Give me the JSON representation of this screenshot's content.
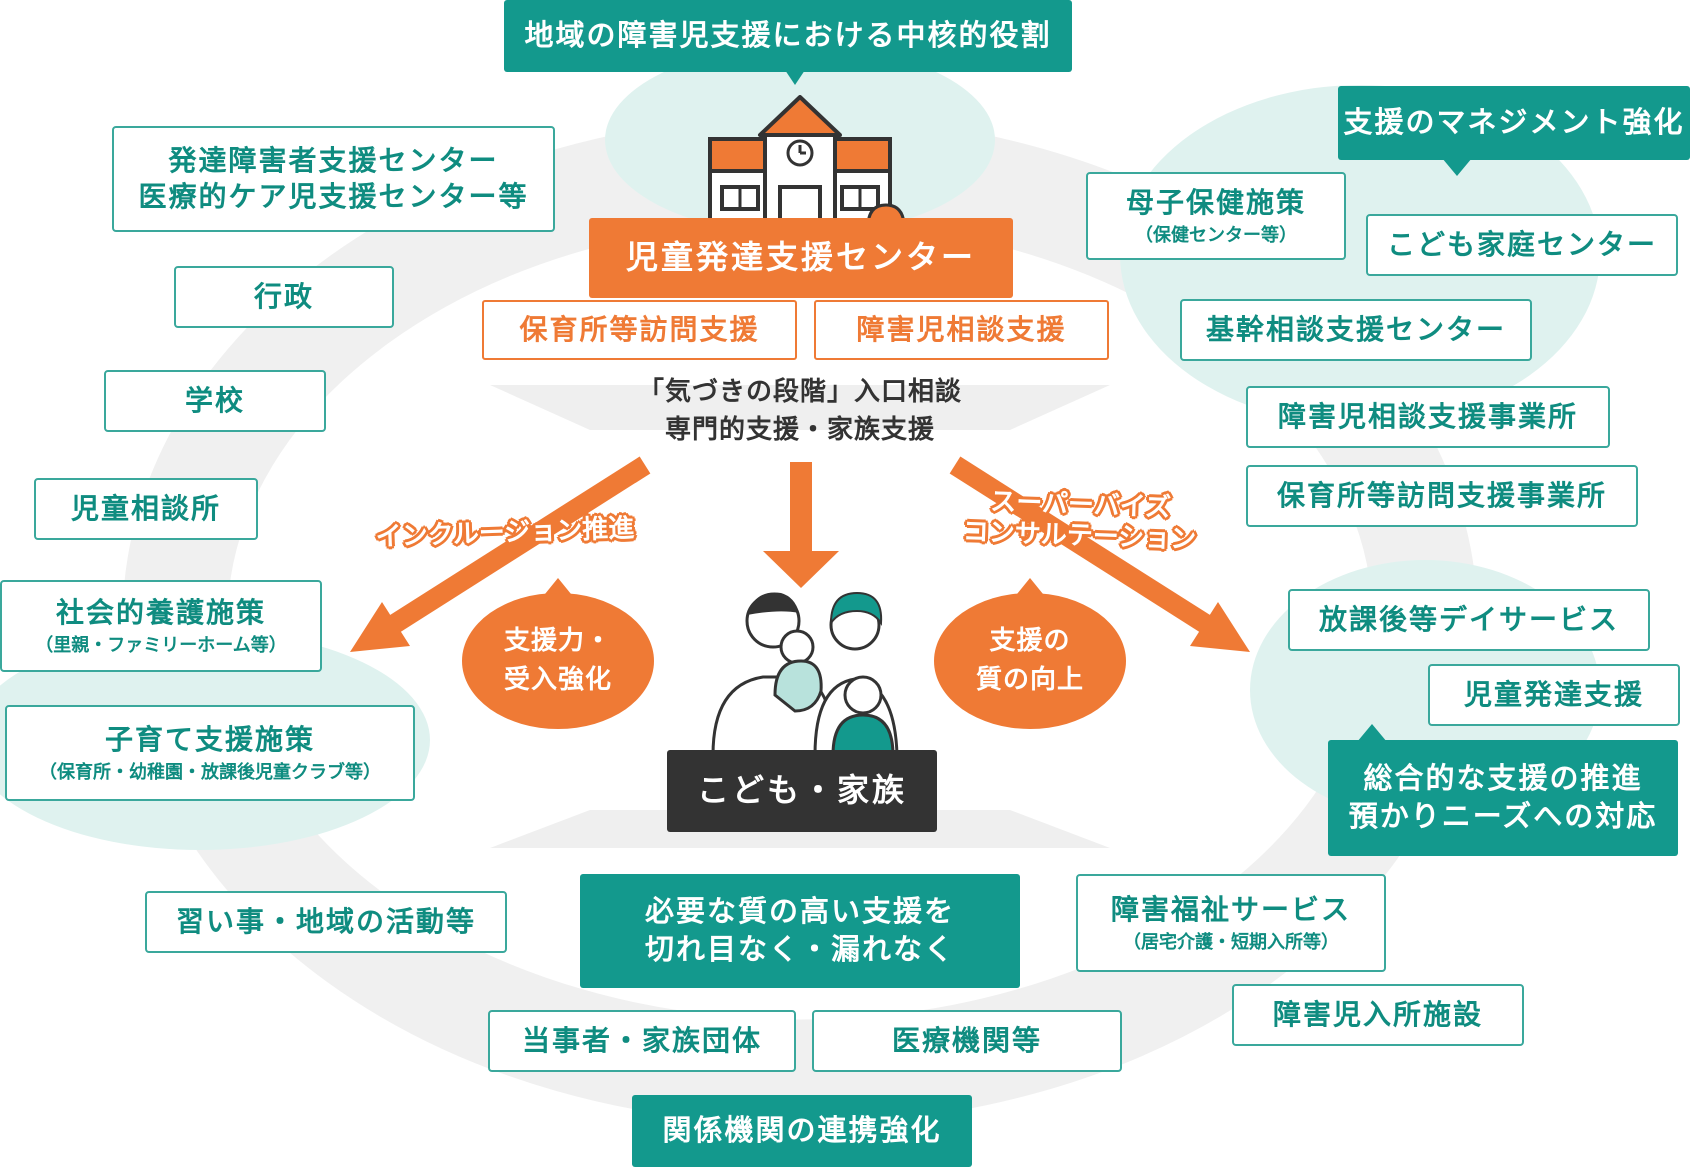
{
  "colors": {
    "teal": "#13998d",
    "teal_light": "#dff2ef",
    "orange": "#ef7a35",
    "dark": "#333333",
    "ring": "#f0f0f0"
  },
  "icons": {
    "building": "school-building-icon",
    "family": "family-illustration-icon"
  },
  "top_banner": "地域の障害児支援における中核的役割",
  "center": {
    "title": "児童発達支援センター",
    "sub_left": "保育所等訪問支援",
    "sub_right": "障害児相談支援",
    "stage_line1": "「気づきの段階」入口相談",
    "stage_line2": "専門的支援・家族支援",
    "family": "こども・家族"
  },
  "arrows": {
    "left_label": "インクルージョン推進",
    "right_label_line1": "スーパーバイズ",
    "right_label_line2": "コンサルテーション"
  },
  "bubbles": {
    "left_line1": "支援力・",
    "left_line2": "受入強化",
    "right_line1": "支援の",
    "right_line2": "質の向上"
  },
  "left_items": {
    "hattatsu_line1": "発達障害者支援センター",
    "hattatsu_line2": "医療的ケア児支援センター等",
    "gyosei": "行政",
    "gakko": "学校",
    "jido_sodan": "児童相談所",
    "shakai_title": "社会的養護施策",
    "shakai_sub": "（里親・ファミリーホーム等）",
    "kosodate_title": "子育て支援施策",
    "kosodate_sub": "（保育所・幼稚園・放課後児童クラブ等）",
    "naraigoto": "習い事・地域の活動等"
  },
  "right_items": {
    "management_banner": "支援のマネジメント強化",
    "boshi_title": "母子保健施策",
    "boshi_sub": "（保健センター等）",
    "kodomo_katei": "こども家庭センター",
    "kikan_sodan": "基幹相談支援センター",
    "sodan_jigyosho": "障害児相談支援事業所",
    "homon_jigyosho": "保育所等訪問支援事業所",
    "hokago": "放課後等デイサービス",
    "jido_hattatsu": "児童発達支援",
    "sogo_line1": "総合的な支援の推進",
    "sogo_line2": "預かりニーズへの対応",
    "fukushi_title": "障害福祉サービス",
    "fukushi_sub": "（居宅介護・短期入所等）",
    "nyusho": "障害児入所施設"
  },
  "bottom_items": {
    "main_line1": "必要な質の高い支援を",
    "main_line2": "切れ目なく・漏れなく",
    "tojisha": "当事者・家族団体",
    "iryo": "医療機関等",
    "renkei": "関係機関の連携強化"
  }
}
